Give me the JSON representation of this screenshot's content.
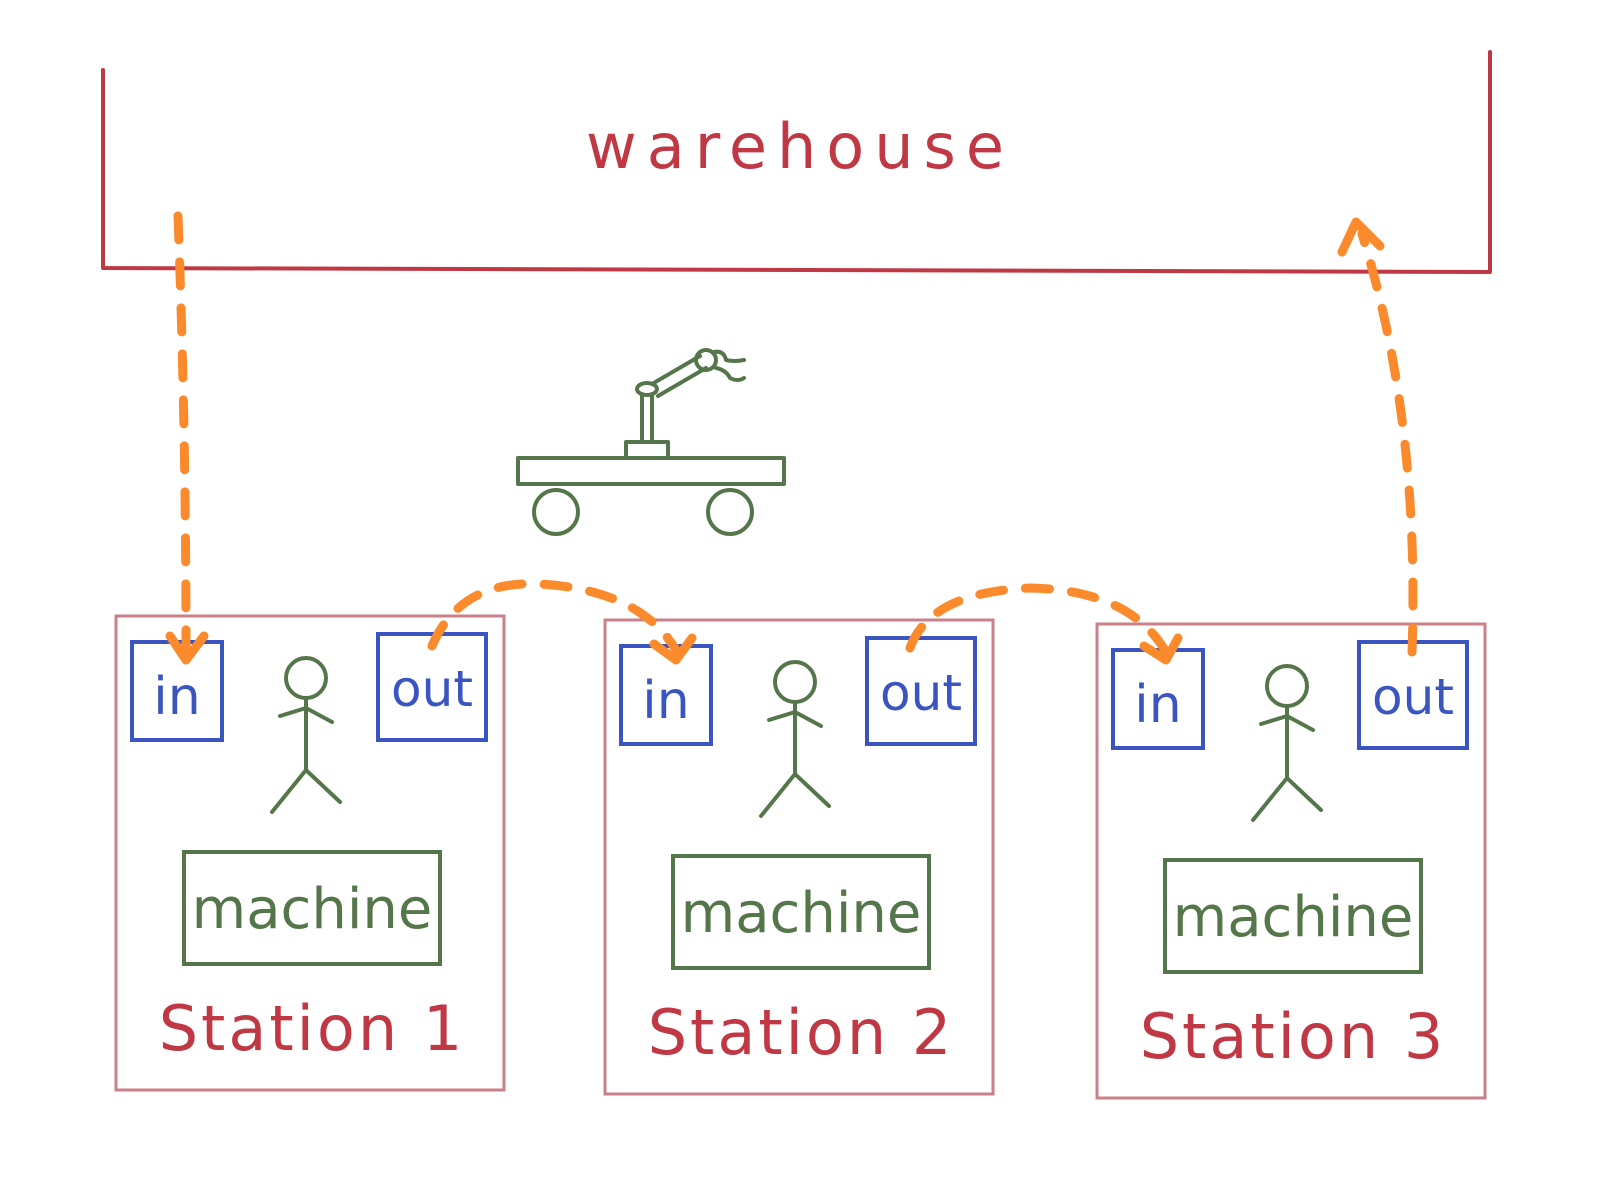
{
  "warehouse": {
    "label": "warehouse"
  },
  "stations": [
    {
      "name": "Station 1",
      "in_label": "in",
      "out_label": "out",
      "machine_label": "machine"
    },
    {
      "name": "Station 2",
      "in_label": "in",
      "out_label": "out",
      "machine_label": "machine"
    },
    {
      "name": "Station 3",
      "in_label": "in",
      "out_label": "out",
      "machine_label": "machine"
    }
  ],
  "colors": {
    "warehouse": "#c03844",
    "station_frame": "#c03844",
    "buffer": "#3a55c0",
    "machine": "#55764a",
    "worker": "#55764a",
    "robot": "#55764a",
    "flow_arrow": "#fb8a2d"
  },
  "icons": [
    "mobile-robot-icon",
    "worker-icon",
    "flow-arrow"
  ]
}
